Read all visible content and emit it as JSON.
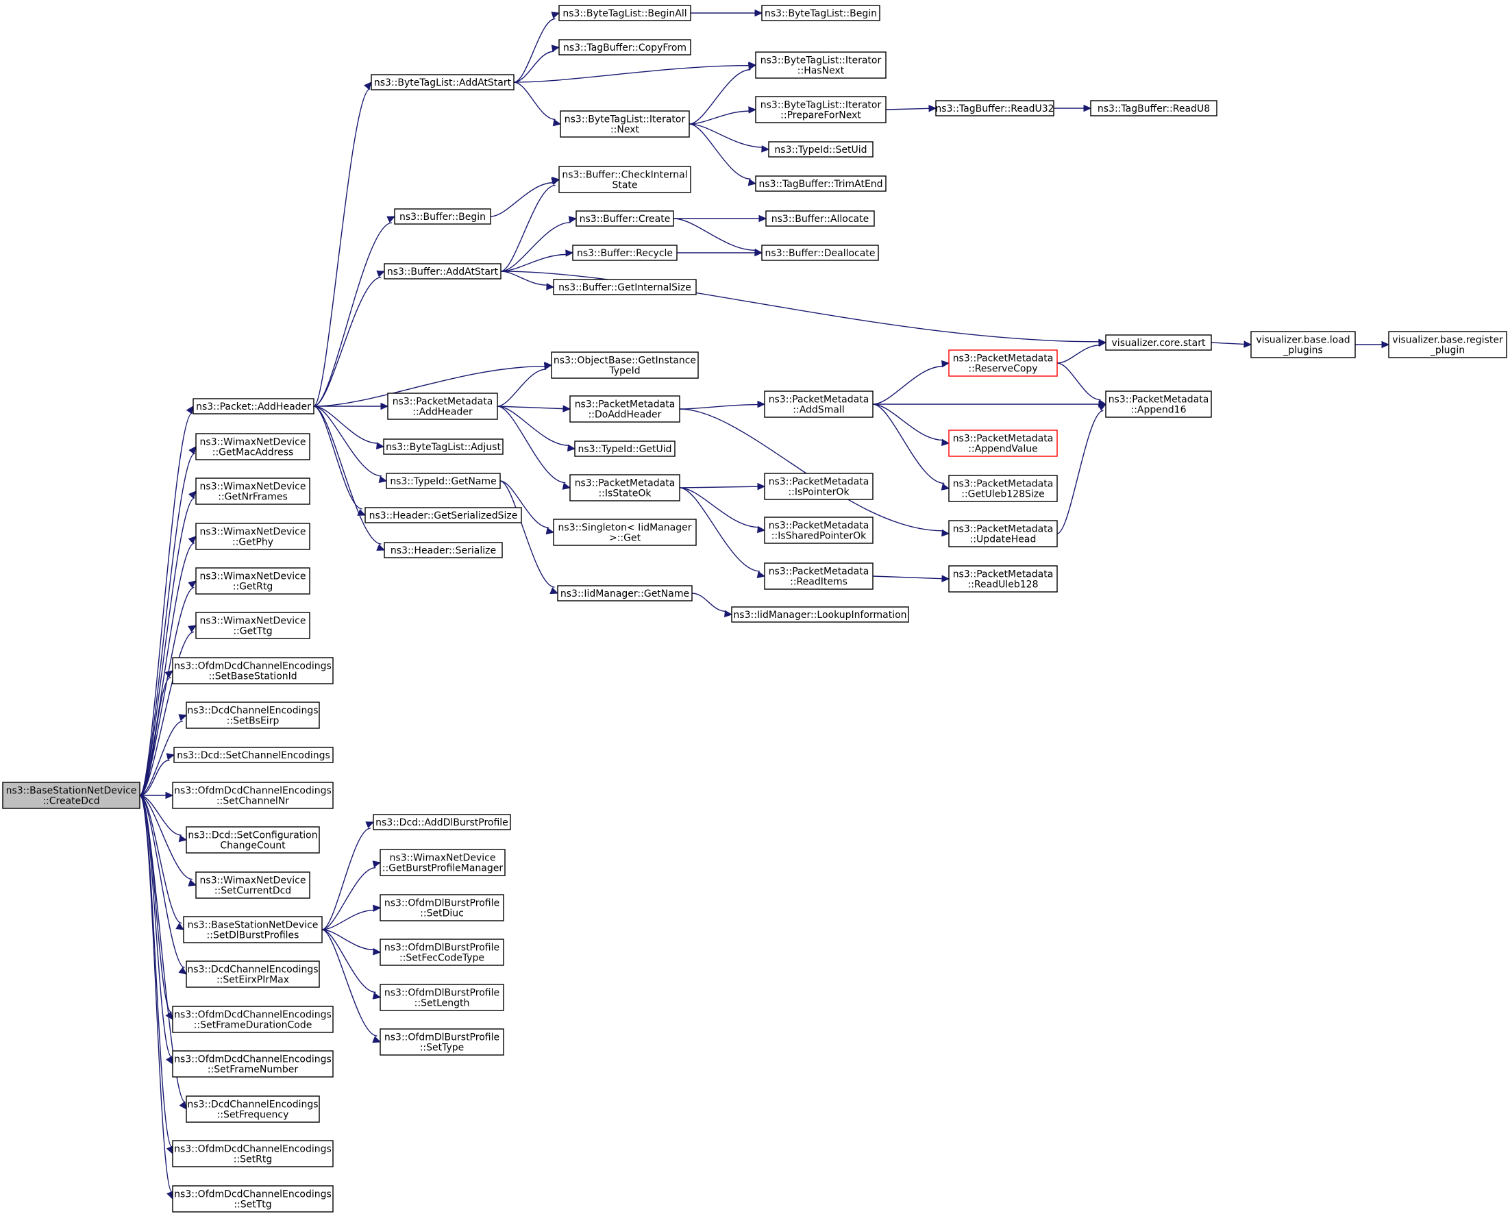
{
  "colors": {
    "edge": "#191970",
    "node_border": "#000000",
    "truncated_border": "#ff0000",
    "root_fill": "#bfbfbf",
    "node_fill": "#ffffff"
  },
  "nodes": [
    {
      "id": "root",
      "lines": [
        "ns3::BaseStationNetDevice",
        "::CreateDcd"
      ],
      "style": "root"
    },
    {
      "id": "addheader",
      "lines": [
        "ns3::Packet::AddHeader"
      ]
    },
    {
      "id": "getmac",
      "lines": [
        "ns3::WimaxNetDevice",
        "::GetMacAddress"
      ]
    },
    {
      "id": "getnrf",
      "lines": [
        "ns3::WimaxNetDevice",
        "::GetNrFrames"
      ]
    },
    {
      "id": "getphy",
      "lines": [
        "ns3::WimaxNetDevice",
        "::GetPhy"
      ]
    },
    {
      "id": "getrtg",
      "lines": [
        "ns3::WimaxNetDevice",
        "::GetRtg"
      ]
    },
    {
      "id": "getttg",
      "lines": [
        "ns3::WimaxNetDevice",
        "::GetTtg"
      ]
    },
    {
      "id": "setbsid",
      "lines": [
        "ns3::OfdmDcdChannelEncodings",
        "::SetBaseStationId"
      ]
    },
    {
      "id": "setbseirp",
      "lines": [
        "ns3::DcdChannelEncodings",
        "::SetBsEirp"
      ]
    },
    {
      "id": "setchenc",
      "lines": [
        "ns3::Dcd::SetChannelEncodings"
      ]
    },
    {
      "id": "setchnr",
      "lines": [
        "ns3::OfdmDcdChannelEncodings",
        "::SetChannelNr"
      ]
    },
    {
      "id": "setconf",
      "lines": [
        "ns3::Dcd::SetConfiguration",
        "ChangeCount"
      ]
    },
    {
      "id": "setcurdcd",
      "lines": [
        "ns3::WimaxNetDevice",
        "::SetCurrentDcd"
      ]
    },
    {
      "id": "setdlbp",
      "lines": [
        "ns3::BaseStationNetDevice",
        "::SetDlBurstProfiles"
      ]
    },
    {
      "id": "seteirx",
      "lines": [
        "ns3::DcdChannelEncodings",
        "::SetEirxPIrMax"
      ]
    },
    {
      "id": "setfdc",
      "lines": [
        "ns3::OfdmDcdChannelEncodings",
        "::SetFrameDurationCode"
      ]
    },
    {
      "id": "setfn",
      "lines": [
        "ns3::OfdmDcdChannelEncodings",
        "::SetFrameNumber"
      ]
    },
    {
      "id": "setfreq",
      "lines": [
        "ns3::DcdChannelEncodings",
        "::SetFrequency"
      ]
    },
    {
      "id": "setrtg",
      "lines": [
        "ns3::OfdmDcdChannelEncodings",
        "::SetRtg"
      ]
    },
    {
      "id": "setttg",
      "lines": [
        "ns3::OfdmDcdChannelEncodings",
        "::SetTtg"
      ]
    },
    {
      "id": "btl_addatstart",
      "lines": [
        "ns3::ByteTagList::AddAtStart"
      ]
    },
    {
      "id": "buf_begin",
      "lines": [
        "ns3::Buffer::Begin"
      ]
    },
    {
      "id": "buf_addatstart",
      "lines": [
        "ns3::Buffer::AddAtStart"
      ]
    },
    {
      "id": "pm_addheader",
      "lines": [
        "ns3::PacketMetadata",
        "::AddHeader"
      ]
    },
    {
      "id": "btl_adjust",
      "lines": [
        "ns3::ByteTagList::Adjust"
      ]
    },
    {
      "id": "tid_getname",
      "lines": [
        "ns3::TypeId::GetName"
      ]
    },
    {
      "id": "hdr_getsize",
      "lines": [
        "ns3::Header::GetSerializedSize"
      ]
    },
    {
      "id": "hdr_serialize",
      "lines": [
        "ns3::Header::Serialize"
      ]
    },
    {
      "id": "btl_beginall",
      "lines": [
        "ns3::ByteTagList::BeginAll"
      ]
    },
    {
      "id": "tb_copyfrom",
      "lines": [
        "ns3::TagBuffer::CopyFrom"
      ]
    },
    {
      "id": "btl_it_next",
      "lines": [
        "ns3::ByteTagList::Iterator",
        "::Next"
      ]
    },
    {
      "id": "buf_checkint",
      "lines": [
        "ns3::Buffer::CheckInternal",
        "State"
      ]
    },
    {
      "id": "buf_create",
      "lines": [
        "ns3::Buffer::Create"
      ]
    },
    {
      "id": "buf_recycle",
      "lines": [
        "ns3::Buffer::Recycle"
      ]
    },
    {
      "id": "buf_getintsize",
      "lines": [
        "ns3::Buffer::GetInternalSize"
      ]
    },
    {
      "id": "ob_getinst",
      "lines": [
        "ns3::ObjectBase::GetInstance",
        "TypeId"
      ]
    },
    {
      "id": "pm_doaddheader",
      "lines": [
        "ns3::PacketMetadata",
        "::DoAddHeader"
      ]
    },
    {
      "id": "tid_getuid",
      "lines": [
        "ns3::TypeId::GetUid"
      ]
    },
    {
      "id": "pm_isstateok",
      "lines": [
        "ns3::PacketMetadata",
        "::IsStateOk"
      ]
    },
    {
      "id": "singleton_get",
      "lines": [
        "ns3::Singleton< IidManager",
        ">::Get"
      ]
    },
    {
      "id": "iid_getname",
      "lines": [
        "ns3::IidManager::GetName"
      ]
    },
    {
      "id": "btl_begin",
      "lines": [
        "ns3::ByteTagList::Begin"
      ]
    },
    {
      "id": "btl_it_hasnext",
      "lines": [
        "ns3::ByteTagList::Iterator",
        "::HasNext"
      ]
    },
    {
      "id": "btl_it_prep",
      "lines": [
        "ns3::ByteTagList::Iterator",
        "::PrepareForNext"
      ]
    },
    {
      "id": "tid_setuid",
      "lines": [
        "ns3::TypeId::SetUid"
      ]
    },
    {
      "id": "tb_trimatend",
      "lines": [
        "ns3::TagBuffer::TrimAtEnd"
      ]
    },
    {
      "id": "buf_allocate",
      "lines": [
        "ns3::Buffer::Allocate"
      ]
    },
    {
      "id": "buf_dealloc",
      "lines": [
        "ns3::Buffer::Deallocate"
      ]
    },
    {
      "id": "viz_start",
      "lines": [
        "visualizer.core.start"
      ]
    },
    {
      "id": "pm_addsmall",
      "lines": [
        "ns3::PacketMetadata",
        "::AddSmall"
      ]
    },
    {
      "id": "pm_ispointerok",
      "lines": [
        "ns3::PacketMetadata",
        "::IsPointerOk"
      ]
    },
    {
      "id": "pm_issharedptr",
      "lines": [
        "ns3::PacketMetadata",
        "::IsSharedPointerOk"
      ]
    },
    {
      "id": "pm_readitems",
      "lines": [
        "ns3::PacketMetadata",
        "::ReadItems"
      ]
    },
    {
      "id": "iid_lookup",
      "lines": [
        "ns3::IidManager::LookupInformation"
      ]
    },
    {
      "id": "tb_readu32",
      "lines": [
        "ns3::TagBuffer::ReadU32"
      ]
    },
    {
      "id": "tb_readu8",
      "lines": [
        "ns3::TagBuffer::ReadU8"
      ]
    },
    {
      "id": "viz_load",
      "lines": [
        "visualizer.base.load",
        "_plugins"
      ]
    },
    {
      "id": "viz_register",
      "lines": [
        "visualizer.base.register",
        "_plugin"
      ]
    },
    {
      "id": "pm_reservecopy",
      "lines": [
        "ns3::PacketMetadata",
        "::ReserveCopy"
      ],
      "style": "trunc"
    },
    {
      "id": "pm_append16",
      "lines": [
        "ns3::PacketMetadata",
        "::Append16"
      ]
    },
    {
      "id": "pm_appendvalue",
      "lines": [
        "ns3::PacketMetadata",
        "::AppendValue"
      ],
      "style": "trunc"
    },
    {
      "id": "pm_getuleb",
      "lines": [
        "ns3::PacketMetadata",
        "::GetUleb128Size"
      ]
    },
    {
      "id": "pm_updatehead",
      "lines": [
        "ns3::PacketMetadata",
        "::UpdateHead"
      ]
    },
    {
      "id": "pm_readuleb",
      "lines": [
        "ns3::PacketMetadata",
        "::ReadUleb128"
      ]
    },
    {
      "id": "dcd_adddlbp",
      "lines": [
        "ns3::Dcd::AddDlBurstProfile"
      ]
    },
    {
      "id": "wnd_getbpm",
      "lines": [
        "ns3::WimaxNetDevice",
        "::GetBurstProfileManager"
      ]
    },
    {
      "id": "odbp_setdiuc",
      "lines": [
        "ns3::OfdmDlBurstProfile",
        "::SetDiuc"
      ]
    },
    {
      "id": "odbp_setfec",
      "lines": [
        "ns3::OfdmDlBurstProfile",
        "::SetFecCodeType"
      ]
    },
    {
      "id": "odbp_setlen",
      "lines": [
        "ns3::OfdmDlBurstProfile",
        "::SetLength"
      ]
    },
    {
      "id": "odbp_settype",
      "lines": [
        "ns3::OfdmDlBurstProfile",
        "::SetType"
      ]
    }
  ],
  "edges": [
    [
      "root",
      "addheader"
    ],
    [
      "root",
      "getmac"
    ],
    [
      "root",
      "getnrf"
    ],
    [
      "root",
      "getphy"
    ],
    [
      "root",
      "getrtg"
    ],
    [
      "root",
      "getttg"
    ],
    [
      "root",
      "setbsid"
    ],
    [
      "root",
      "setbseirp"
    ],
    [
      "root",
      "setchenc"
    ],
    [
      "root",
      "setchnr"
    ],
    [
      "root",
      "setconf"
    ],
    [
      "root",
      "setcurdcd"
    ],
    [
      "root",
      "setdlbp"
    ],
    [
      "root",
      "seteirx"
    ],
    [
      "root",
      "setfdc"
    ],
    [
      "root",
      "setfn"
    ],
    [
      "root",
      "setfreq"
    ],
    [
      "root",
      "setrtg"
    ],
    [
      "root",
      "setttg"
    ],
    [
      "addheader",
      "btl_addatstart"
    ],
    [
      "addheader",
      "buf_begin"
    ],
    [
      "addheader",
      "buf_addatstart"
    ],
    [
      "addheader",
      "ob_getinst"
    ],
    [
      "addheader",
      "pm_addheader"
    ],
    [
      "addheader",
      "btl_adjust"
    ],
    [
      "addheader",
      "tid_getname"
    ],
    [
      "addheader",
      "hdr_getsize"
    ],
    [
      "addheader",
      "hdr_serialize"
    ],
    [
      "btl_addatstart",
      "btl_beginall"
    ],
    [
      "btl_addatstart",
      "tb_copyfrom"
    ],
    [
      "btl_addatstart",
      "btl_it_hasnext"
    ],
    [
      "btl_addatstart",
      "btl_it_next"
    ],
    [
      "btl_beginall",
      "btl_begin"
    ],
    [
      "btl_it_next",
      "btl_it_hasnext"
    ],
    [
      "btl_it_next",
      "btl_it_prep"
    ],
    [
      "btl_it_next",
      "tid_setuid"
    ],
    [
      "btl_it_next",
      "tb_trimatend"
    ],
    [
      "btl_it_prep",
      "tb_readu32"
    ],
    [
      "tb_readu32",
      "tb_readu8"
    ],
    [
      "buf_begin",
      "buf_checkint"
    ],
    [
      "buf_addatstart",
      "buf_checkint"
    ],
    [
      "buf_addatstart",
      "buf_create"
    ],
    [
      "buf_addatstart",
      "buf_recycle"
    ],
    [
      "buf_addatstart",
      "buf_getintsize"
    ],
    [
      "buf_addatstart",
      "viz_start"
    ],
    [
      "buf_create",
      "buf_allocate"
    ],
    [
      "buf_create",
      "buf_dealloc"
    ],
    [
      "buf_recycle",
      "buf_dealloc"
    ],
    [
      "viz_start",
      "viz_load"
    ],
    [
      "viz_load",
      "viz_register"
    ],
    [
      "pm_addheader",
      "ob_getinst"
    ],
    [
      "pm_addheader",
      "pm_doaddheader"
    ],
    [
      "pm_addheader",
      "tid_getuid"
    ],
    [
      "pm_addheader",
      "pm_isstateok"
    ],
    [
      "pm_doaddheader",
      "pm_addsmall"
    ],
    [
      "pm_doaddheader",
      "pm_updatehead"
    ],
    [
      "pm_addsmall",
      "pm_reservecopy"
    ],
    [
      "pm_addsmall",
      "pm_append16"
    ],
    [
      "pm_addsmall",
      "pm_appendvalue"
    ],
    [
      "pm_addsmall",
      "pm_getuleb"
    ],
    [
      "pm_reservecopy",
      "viz_start"
    ],
    [
      "pm_reservecopy",
      "pm_append16"
    ],
    [
      "pm_updatehead",
      "pm_append16"
    ],
    [
      "pm_isstateok",
      "pm_ispointerok"
    ],
    [
      "pm_isstateok",
      "pm_issharedptr"
    ],
    [
      "pm_isstateok",
      "pm_readitems"
    ],
    [
      "pm_readitems",
      "pm_readuleb"
    ],
    [
      "tid_getname",
      "singleton_get"
    ],
    [
      "tid_getname",
      "iid_getname"
    ],
    [
      "iid_getname",
      "iid_lookup"
    ],
    [
      "setdlbp",
      "dcd_adddlbp"
    ],
    [
      "setdlbp",
      "wnd_getbpm"
    ],
    [
      "setdlbp",
      "odbp_setdiuc"
    ],
    [
      "setdlbp",
      "odbp_setfec"
    ],
    [
      "setdlbp",
      "odbp_setlen"
    ],
    [
      "setdlbp",
      "odbp_settype"
    ]
  ]
}
